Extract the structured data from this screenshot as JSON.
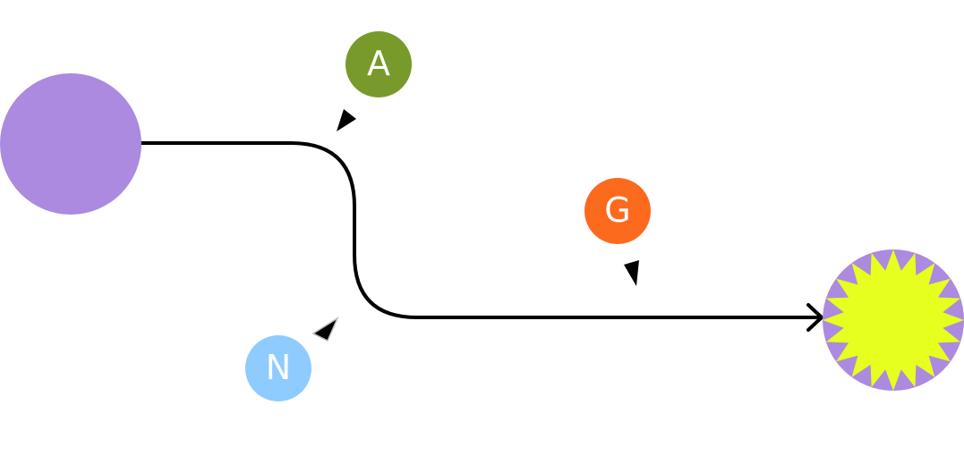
{
  "diagram": {
    "colors": {
      "source_node": "#ab8ae0",
      "target_node_ring": "#ab8ae0",
      "target_node_star": "#e6ff1f",
      "path": "#000000",
      "pointer": "#000000"
    },
    "badges": [
      {
        "id": "a",
        "label": "A",
        "color": "#779a2a"
      },
      {
        "id": "g",
        "label": "G",
        "color": "#fc6a1e"
      },
      {
        "id": "n",
        "label": "N",
        "color": "#8ecbff"
      }
    ]
  }
}
